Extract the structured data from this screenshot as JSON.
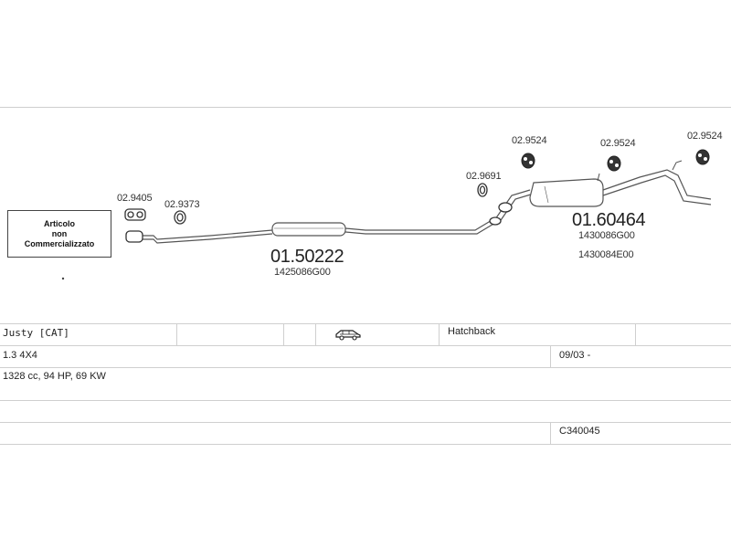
{
  "note": {
    "line1": "Articolo",
    "line2": "non",
    "line3": "Commercializzato"
  },
  "parts": {
    "clamp_a": "02.9405",
    "ring_a": "02.9373",
    "middle_code": "01.50222",
    "middle_oem": "1425086G00",
    "ring_b": "02.9691",
    "mount_1": "02.9524",
    "mount_2": "02.9524",
    "mount_3": "02.9524",
    "rear_code": "01.60464",
    "rear_oem_1": "1430086G00",
    "rear_oem_2": "1430084E00"
  },
  "vehicle": {
    "model": "Justy [CAT]",
    "body": "Hatchback",
    "engine": "1.3 4X4",
    "date": "09/03 -",
    "specs": "1328 cc, 94 HP, 69 KW",
    "code": "C340045",
    "body_icon": "car-icon"
  },
  "colors": {
    "pipe": "#555555",
    "grid": "#cfcfcf"
  }
}
